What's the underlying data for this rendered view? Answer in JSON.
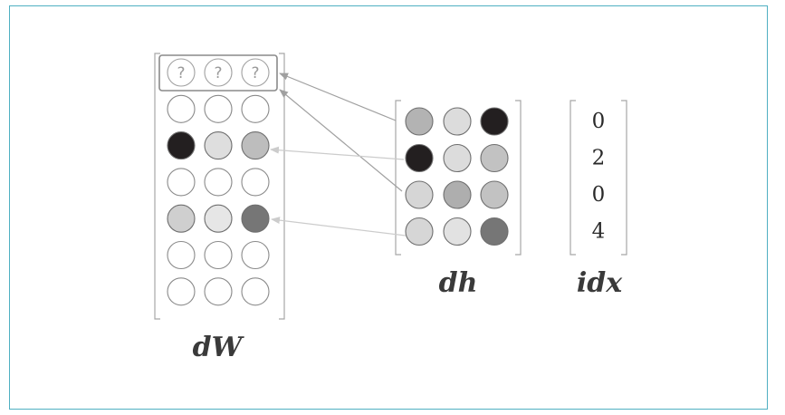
{
  "labels": {
    "dW": "dW",
    "dh": "dh",
    "idx": "idx"
  },
  "placeholder_symbol": "?",
  "colors": {
    "frame": "#4fb0c2",
    "bracket": "#a6a6a6",
    "arrow": "#a0a0a0",
    "arrow_faint": "#cccccc",
    "empty": "#ffffff"
  },
  "dW": {
    "rows": [
      [
        "?",
        "?",
        "?"
      ],
      [
        "#ffffff",
        "#ffffff",
        "#ffffff"
      ],
      [
        "#231f20",
        "#dedede",
        "#bdbdbd"
      ],
      [
        "#ffffff",
        "#ffffff",
        "#ffffff"
      ],
      [
        "#cfcfcf",
        "#e6e6e6",
        "#767676"
      ],
      [
        "#ffffff",
        "#ffffff",
        "#ffffff"
      ],
      [
        "#ffffff",
        "#ffffff",
        "#ffffff"
      ]
    ]
  },
  "dh": {
    "rows": [
      [
        "#b3b3b3",
        "#dcdcdc",
        "#231f20"
      ],
      [
        "#231f20",
        "#dcdcdc",
        "#c2c2c2"
      ],
      [
        "#d6d6d6",
        "#aeaeae",
        "#c2c2c2"
      ],
      [
        "#d6d6d6",
        "#e2e2e2",
        "#767676"
      ]
    ]
  },
  "idx": {
    "values": [
      "0",
      "2",
      "0",
      "4"
    ]
  }
}
